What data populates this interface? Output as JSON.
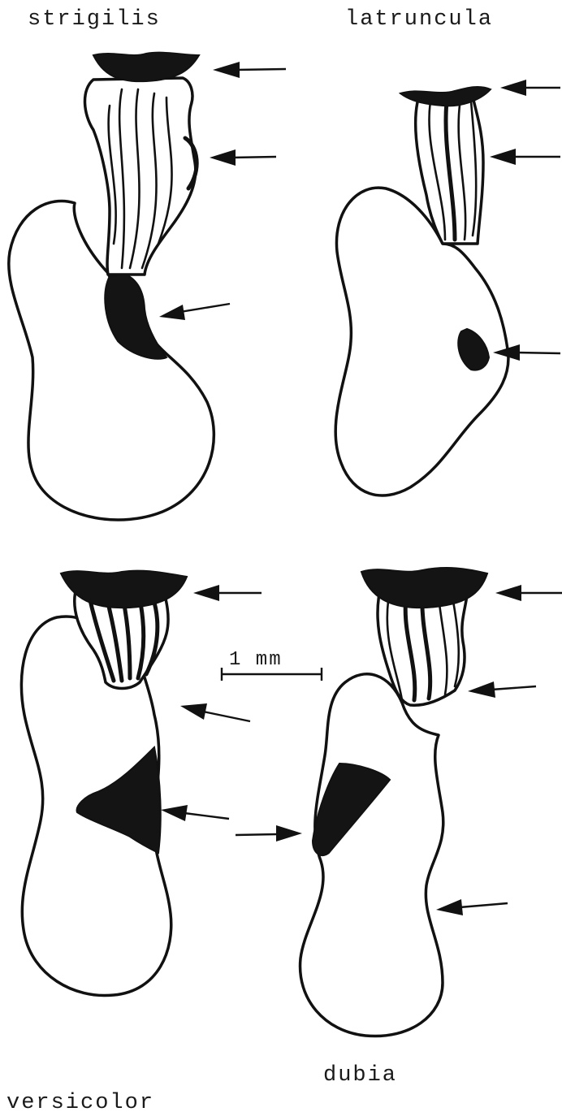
{
  "panels": [
    {
      "label": "strigilis"
    },
    {
      "label": "latruncula"
    },
    {
      "label": "versicolor"
    },
    {
      "label": "dubia"
    }
  ],
  "scale_bar": {
    "label": "1 mm"
  }
}
